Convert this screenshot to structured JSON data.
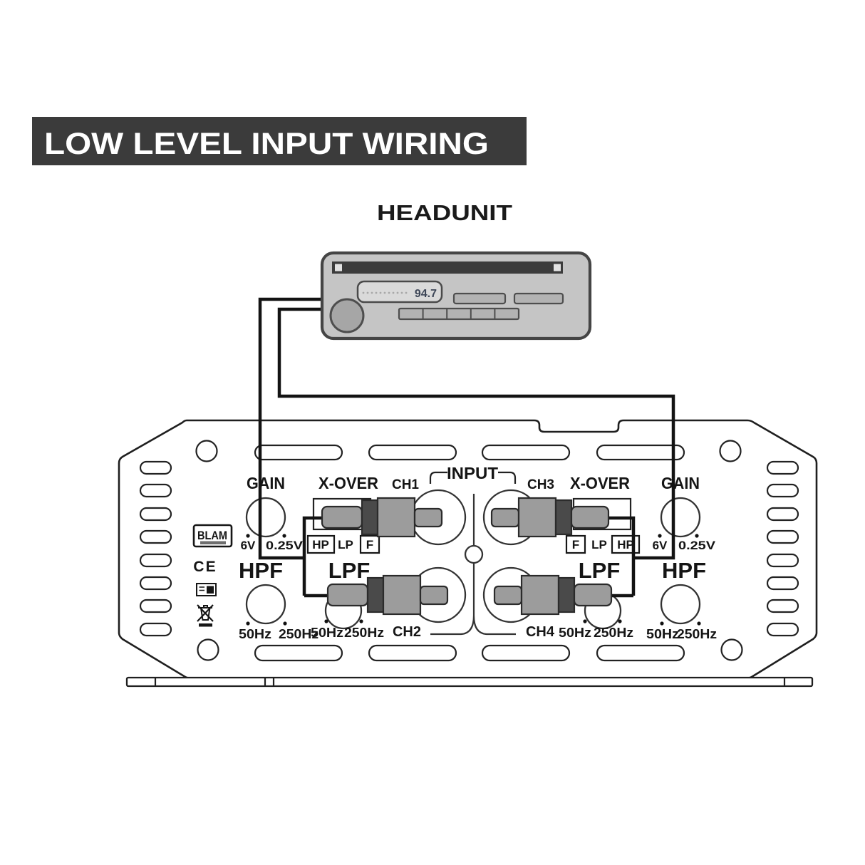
{
  "header": {
    "title": "LOW LEVEL INPUT WIRING"
  },
  "headunit": {
    "label": "HEADUNIT",
    "display_value": "94.7"
  },
  "amplifier": {
    "brand": "BLAM",
    "ce_mark": "CE",
    "input_label": "INPUT",
    "channels": {
      "ch1": "CH1",
      "ch2": "CH2",
      "ch3": "CH3",
      "ch4": "CH4"
    },
    "gain": {
      "label": "GAIN",
      "min": "6V",
      "max": "0.25V"
    },
    "xover": {
      "label": "X-OVER",
      "positions": {
        "hp": "HP",
        "lp": "LP",
        "full": "F"
      }
    },
    "hpf": {
      "label": "HPF",
      "freq_min": "50Hz",
      "freq_max": "250Hz"
    },
    "lpf": {
      "label": "LPF",
      "freq_min": "50Hz",
      "freq_max": "250Hz"
    }
  },
  "colors": {
    "header_bg": "#3b3b3b",
    "header_fg": "#ffffff",
    "wire": "#131313",
    "panel_stroke": "#1f1f1f",
    "device_fill": "#c5c5c5",
    "plug_fill": "#9c9c9c",
    "plug_band": "#4a4a4a",
    "display_fill": "#dadada",
    "cd_slot_fill": "#3c3c3c"
  }
}
